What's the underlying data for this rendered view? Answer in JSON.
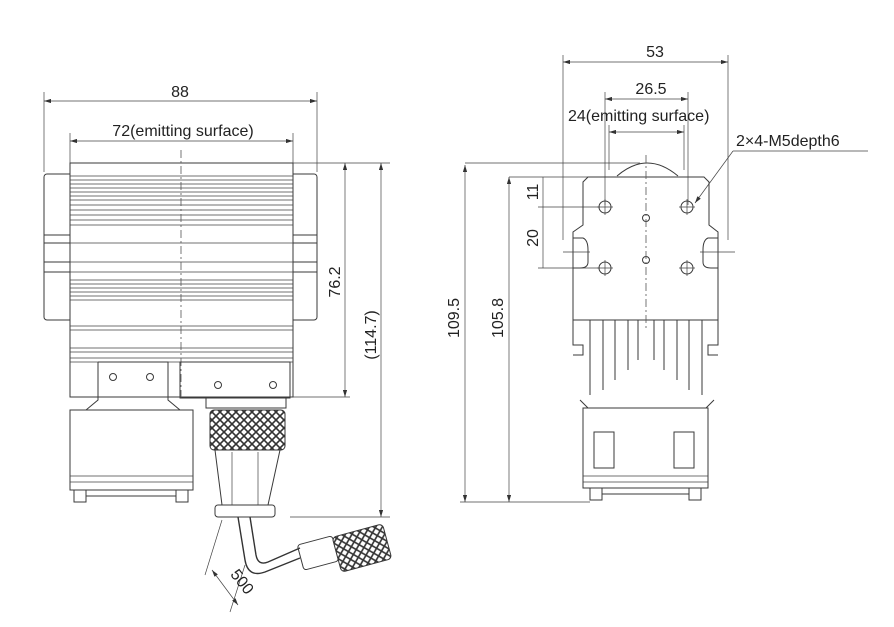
{
  "front_view": {
    "width_overall": "88",
    "width_emitting": "72(emitting surface)",
    "height_body": "76.2",
    "height_total": "(114.7)",
    "cable_length": "500"
  },
  "side_view": {
    "width_overall": "53",
    "hole_spacing": "26.5",
    "width_emitting": "24(emitting surface)",
    "thread_note": "2×4-M5depth6",
    "hole_offset_top": "11",
    "hole_pitch": "20",
    "height_total": "109.5",
    "height_body": "105.8"
  }
}
